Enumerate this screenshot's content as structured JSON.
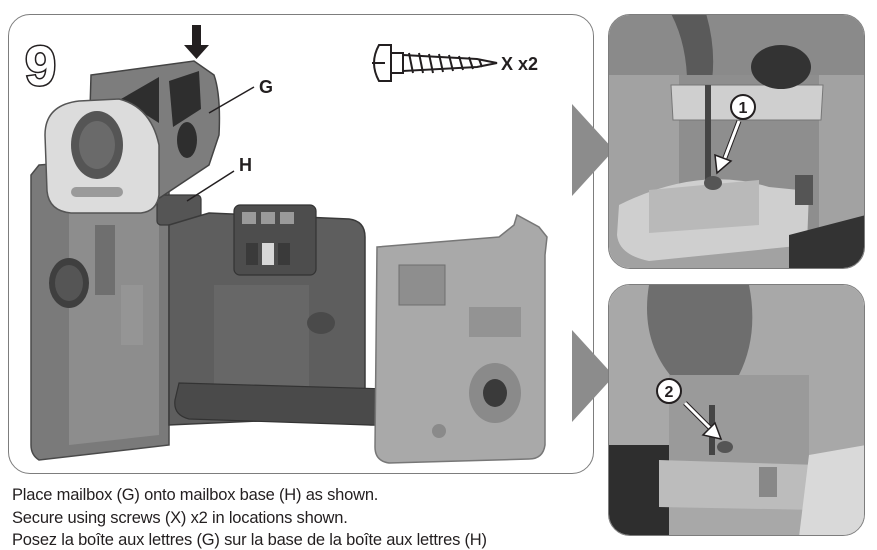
{
  "step": {
    "number": "9"
  },
  "labels": {
    "mailbox": "G",
    "mailbox_base": "H"
  },
  "hardware": {
    "screw_label": "X x2"
  },
  "callouts": {
    "first": "1",
    "second": "2"
  },
  "instructions": {
    "line1": "Place mailbox (G) onto mailbox base (H) as shown.",
    "line2": "Secure using screws (X) x2 in locations shown.",
    "line3": "Posez la boîte aux lettres (G) sur la base de la boîte aux lettres (H)"
  },
  "colors": {
    "part_dark": "#6d6d6d",
    "part_mid": "#8a8a8a",
    "part_light": "#b3b3b3",
    "line": "#231f20",
    "panel_border": "#7d7d7d",
    "connector": "#8c8c8c"
  }
}
